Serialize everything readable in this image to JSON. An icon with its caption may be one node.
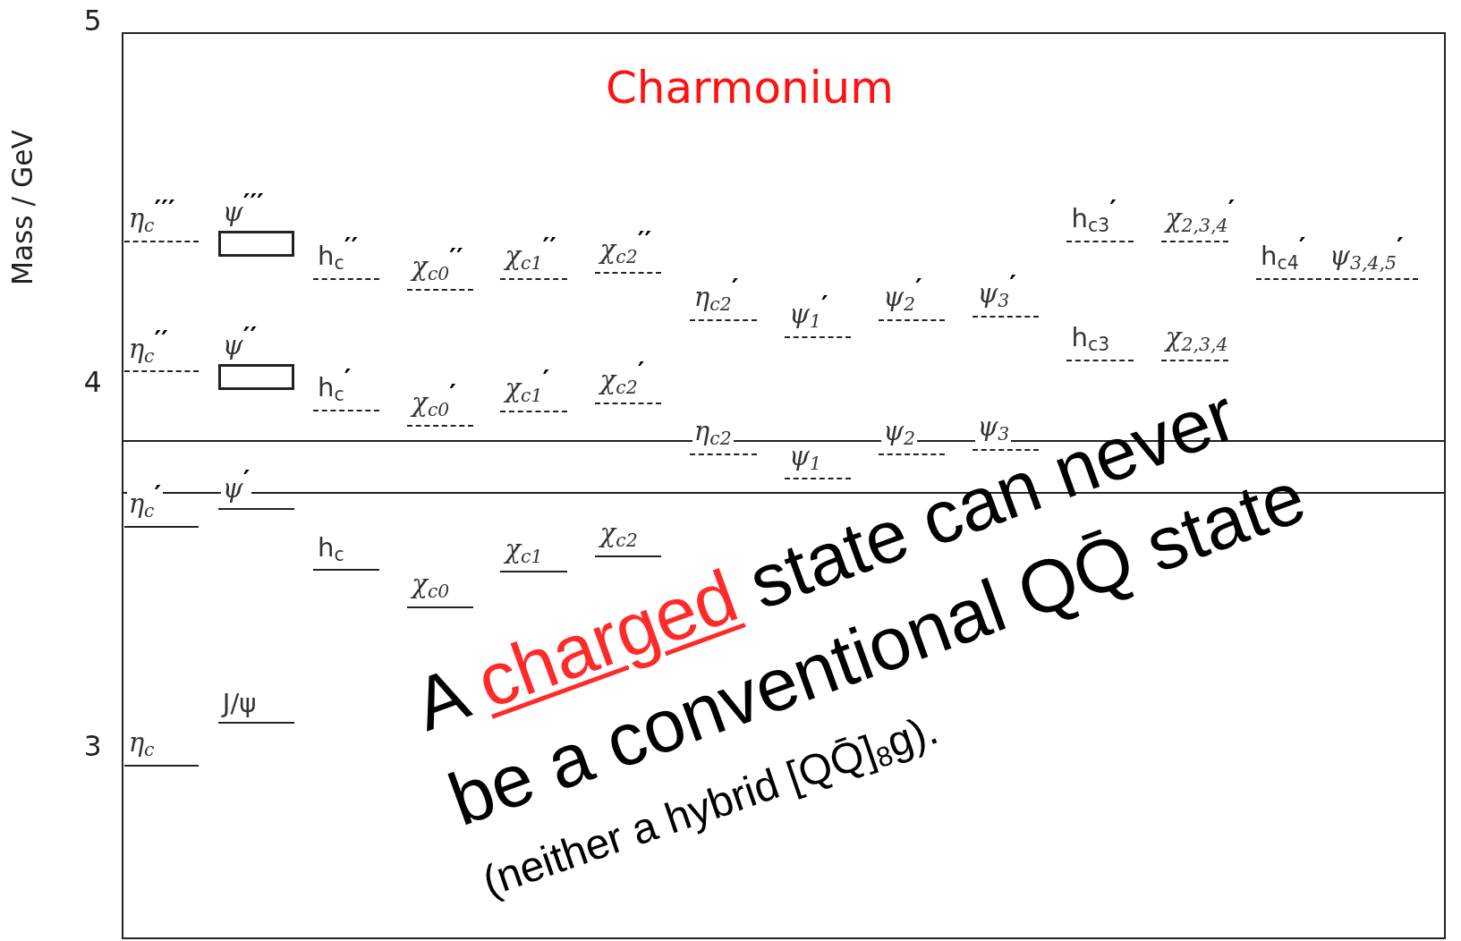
{
  "diagram": {
    "title": "Charmonium",
    "nodes": [
      {
        "text": [],
        "shape": "box"
      },
      {
        "text": [],
        "shape": "box"
      }
    ],
    "labels": [
      "5",
      "4",
      "3",
      "Mass / GeV",
      "η$_{c}$$^{′′′}$",
      "η$_{c}$$^{′′}$",
      "η$_{c}$$^{′}$",
      "η$_{c}$",
      "ψ$^{′′′}$",
      "ψ$^{′′}$",
      "ψ$^{′}$",
      "J/ψ",
      "h$_{c}$$^{′′}$",
      "h$_{c}$$^{′}$",
      "h$_{c}$",
      "χ$_{c0}$$^{′′}$",
      "χ$_{c0}$$^{′}$",
      "χ$_{c0}$",
      "χ$_{c1}$$^{′′}$",
      "χ$_{c1}$$^{′}$",
      "χ$_{c1}$",
      "χ$_{c2}$$^{′′}$",
      "χ$_{c2}$$^{′}$",
      "χ$_{c2}$",
      "η$_{c2}$$^{′}$",
      "η$_{c2}$",
      "ψ$_{1}$$^{′}$",
      "ψ$_{1}$",
      "ψ$_{2}$$^{′}$",
      "ψ$_{2}$",
      "ψ$_{3}$$^{′}$",
      "ψ$_{3}$",
      "h$_{c3}$$^{′}$",
      "h$_{c3}$",
      "χ$_{2,3,4}$$^{′}$",
      "χ$_{2,3,4}$",
      "h$_{c4}$$^{′}$",
      "ψ$_{3,4,5}$$^{′}$",
      "A charged state can never be a conventional QQ̄ state",
      "(neither a hybrid [QQ̄]$_{8}$g)."
    ]
  }
}
